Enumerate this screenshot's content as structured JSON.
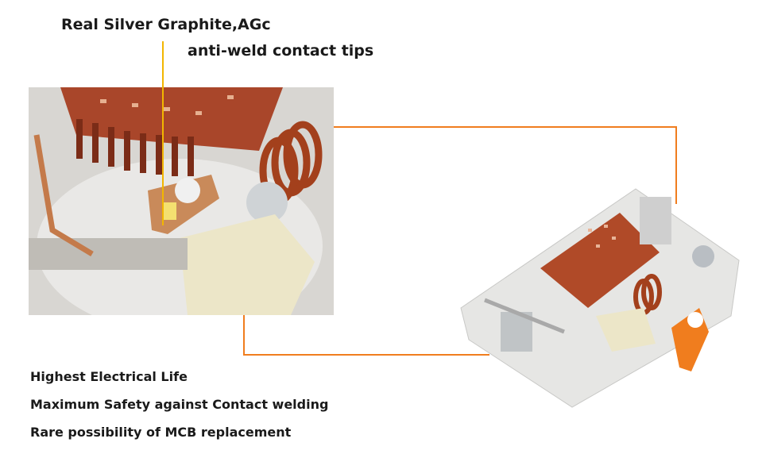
{
  "callout": {
    "line1": "Real Silver Graphite,AGc",
    "line2": "anti-weld contact tips"
  },
  "features": [
    "Highest Electrical Life",
    "Maximum Safety against Contact welding",
    "Rare possibility of MCB replacement"
  ],
  "colors": {
    "callout_line": "#f2b600",
    "connector_line": "#f07d1e",
    "copper": "#b5552e"
  }
}
